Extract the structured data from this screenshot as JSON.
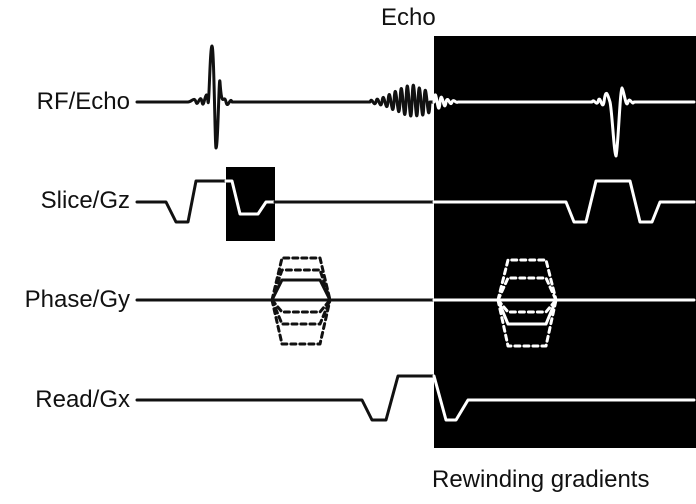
{
  "labels": {
    "echo": "Echo",
    "rewinding": "Rewinding gradients"
  },
  "rows": {
    "rf": "RF/Echo",
    "slice": "Slice/Gz",
    "phase": "Phase/Gy",
    "read": "Read/Gx"
  },
  "colors": {
    "background": "#ffffff",
    "line": "#111111",
    "highlight_box": "#000000",
    "line_on_box": "#ffffff"
  }
}
